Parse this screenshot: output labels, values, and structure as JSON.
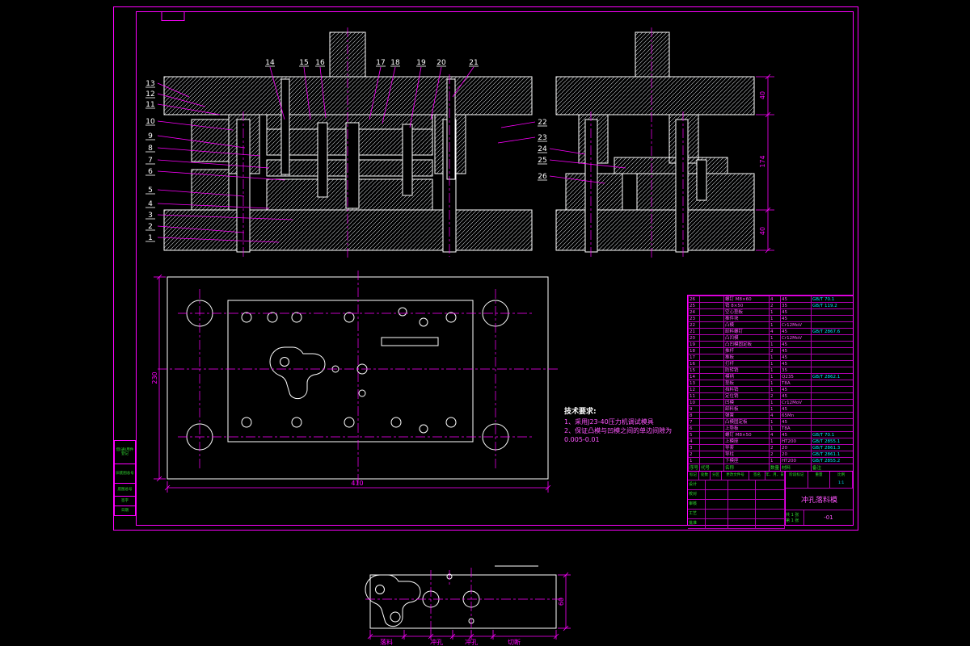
{
  "callouts": {
    "values": [
      "1",
      "2",
      "3",
      "4",
      "5",
      "6",
      "7",
      "8",
      "9",
      "10",
      "11",
      "12",
      "13",
      "14",
      "15",
      "16",
      "17",
      "18",
      "19",
      "20",
      "21",
      "22",
      "23",
      "24",
      "25",
      "26"
    ]
  },
  "dims": {
    "top_plate_thickness": "40",
    "die_height": "174",
    "bottom_plate_thickness": "40",
    "plan_width": "410",
    "plan_height": "230",
    "strip_height": "60"
  },
  "tech_requirements": {
    "title": "技术要求:",
    "lines": [
      "1、采用J23-40压力机调试模具",
      "2、保证凸模与凹模之间的单边间隙为",
      "0.005-0.01"
    ]
  },
  "strip_labels": [
    "落料",
    "冲孔",
    "冲孔",
    "切断"
  ],
  "bom": {
    "headers": [
      "序号",
      "代号",
      "名称",
      "数量",
      "材料",
      "备注"
    ],
    "rows": [
      [
        "26",
        "",
        "螺钉 M8×60",
        "4",
        "45",
        "GB/T 70.1"
      ],
      [
        "25",
        "",
        "销 8×50",
        "2",
        "35",
        "GB/T 119.2"
      ],
      [
        "24",
        "",
        "空心垫板",
        "1",
        "45",
        ""
      ],
      [
        "23",
        "",
        "推件块",
        "1",
        "45",
        ""
      ],
      [
        "22",
        "",
        "凸模",
        "1",
        "Cr12MoV",
        ""
      ],
      [
        "21",
        "",
        "卸料螺钉",
        "4",
        "45",
        "GB/T 2867.6"
      ],
      [
        "20",
        "",
        "凸凹模",
        "1",
        "Cr12MoV",
        ""
      ],
      [
        "19",
        "",
        "凸凹模固定板",
        "1",
        "45",
        ""
      ],
      [
        "18",
        "",
        "推杆",
        "2",
        "45",
        ""
      ],
      [
        "17",
        "",
        "推板",
        "1",
        "45",
        ""
      ],
      [
        "16",
        "",
        "打杆",
        "1",
        "45",
        ""
      ],
      [
        "15",
        "",
        "防转销",
        "1",
        "35",
        ""
      ],
      [
        "14",
        "",
        "模柄",
        "1",
        "Q235",
        "GB/T 2862.1"
      ],
      [
        "13",
        "",
        "垫板",
        "1",
        "T8A",
        ""
      ],
      [
        "12",
        "",
        "挡料销",
        "1",
        "45",
        ""
      ],
      [
        "11",
        "",
        "定位销",
        "2",
        "45",
        ""
      ],
      [
        "10",
        "",
        "凹模",
        "1",
        "Cr12MoV",
        ""
      ],
      [
        "9",
        "",
        "卸料板",
        "1",
        "45",
        ""
      ],
      [
        "8",
        "",
        "弹簧",
        "4",
        "65Mn",
        ""
      ],
      [
        "7",
        "",
        "凸模固定板",
        "1",
        "45",
        ""
      ],
      [
        "6",
        "",
        "上垫板",
        "1",
        "T8A",
        ""
      ],
      [
        "5",
        "",
        "螺钉 M8×50",
        "4",
        "45",
        "GB/T 70.1"
      ],
      [
        "4",
        "",
        "上模座",
        "1",
        "HT200",
        "GB/T 2855.1"
      ],
      [
        "3",
        "",
        "导套",
        "2",
        "20",
        "GB/T 2861.3"
      ],
      [
        "2",
        "",
        "导柱",
        "2",
        "20",
        "GB/T 2861.1"
      ],
      [
        "1",
        "",
        "下模座",
        "1",
        "HT200",
        "GB/T 2855.2"
      ]
    ]
  },
  "title_block": {
    "change_labels": [
      "标记",
      "处数",
      "分区",
      "更改文件号",
      "签名",
      "年、月、日"
    ],
    "sig_labels": [
      "设计",
      "校对",
      "审核",
      "工艺",
      "批准"
    ],
    "stage_label": "阶段标记",
    "weight_label": "重量",
    "scale_label": "比例",
    "scale_value": "1:1",
    "sheet_text": "共 1 张 第 1 张",
    "drawing_title": "冲孔落料模",
    "drawing_no": "-01"
  },
  "left_margin": {
    "labels": [
      "借(通)用件登记",
      "旧底图总号",
      "底图总号",
      "签字",
      "日期"
    ]
  }
}
